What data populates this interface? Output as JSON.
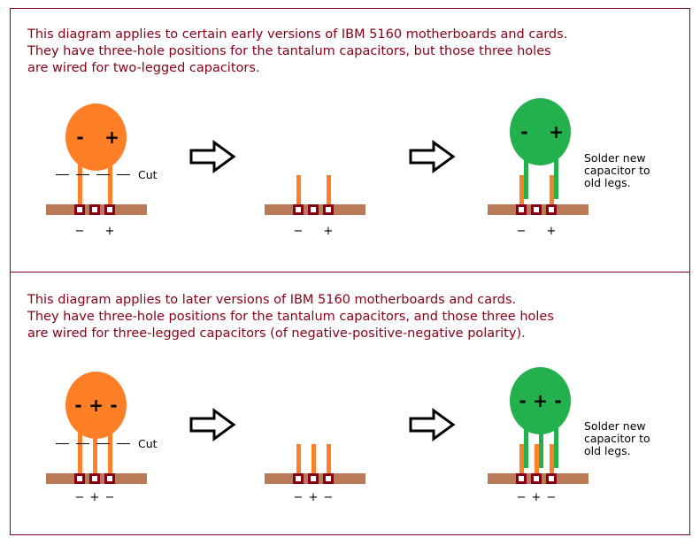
{
  "colors": {
    "border": "#880015",
    "text": "#880015",
    "orange_cap": "#FF7F27",
    "green_cap": "#22B14C",
    "board": "#B97A57",
    "hole": "#880015",
    "hole_center": "#FFFFFF"
  },
  "sections": [
    {
      "id": "early",
      "description": [
        "This diagram applies to certain early versions of IBM 5160 motherboards and cards.",
        "They have three-hole positions for the tantalum capacitors, but those three holes",
        "are wired for two-legged capacitors."
      ],
      "legs": 2,
      "cap_signs": [
        "-",
        "+"
      ],
      "board_polarity": [
        "−",
        "",
        "+"
      ],
      "cut_label": "Cut",
      "solder_note": [
        "Solder new",
        "capacitor to",
        "old legs."
      ]
    },
    {
      "id": "later",
      "description": [
        "This diagram applies to later versions of IBM 5160 motherboards and cards.",
        "They have three-hole positions for the tantalum capacitors, and those three holes",
        "are wired for three-legged capacitors (of negative-positive-negative polarity)."
      ],
      "legs": 3,
      "cap_signs": [
        "-",
        "+",
        "-"
      ],
      "board_polarity": [
        "−",
        "+",
        "−"
      ],
      "cut_label": "Cut",
      "solder_note": [
        "Solder new",
        "capacitor to",
        "old legs."
      ]
    }
  ],
  "steps": [
    {
      "name": "original-capacitor"
    },
    {
      "name": "cut-legs"
    },
    {
      "name": "new-capacitor-soldered"
    }
  ],
  "icons": {
    "step_arrow": "right-arrow-outline-icon"
  }
}
